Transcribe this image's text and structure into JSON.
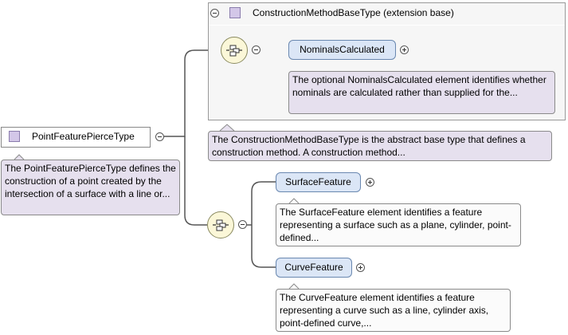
{
  "base_type": {
    "title": "ConstructionMethodBaseType (extension base)",
    "note": "The ConstructionMethodBaseType is the abstract base type that defines a construction method. A construction method..."
  },
  "root_type": {
    "label": "PointFeaturePierceType",
    "note": "The PointFeaturePierceType defines the construction of a point created by the intersection of a surface with a line or..."
  },
  "elements": {
    "nominals": {
      "label": "NominalsCalculated",
      "note": "The optional NominalsCalculated element identifies whether nominals are calculated rather than supplied for the..."
    },
    "surface": {
      "label": "SurfaceFeature",
      "note": "The SurfaceFeature element identifies a feature representing a surface such as a plane, cylinder, point-defined..."
    },
    "curve": {
      "label": "CurveFeature",
      "note": "The CurveFeature element identifies a feature representing a curve such as a line, cylinder axis, point-defined curve,..."
    }
  },
  "colors": {
    "element_fill": "#dbe6f6",
    "element_border": "#6a88b0",
    "type_note_fill": "#e6e0ee",
    "sequence_fill": "#fbf7d8",
    "connector": "#555555"
  },
  "icons": [
    "collapse-icon",
    "expand-icon",
    "complex-type-icon",
    "sequence-icon"
  ]
}
